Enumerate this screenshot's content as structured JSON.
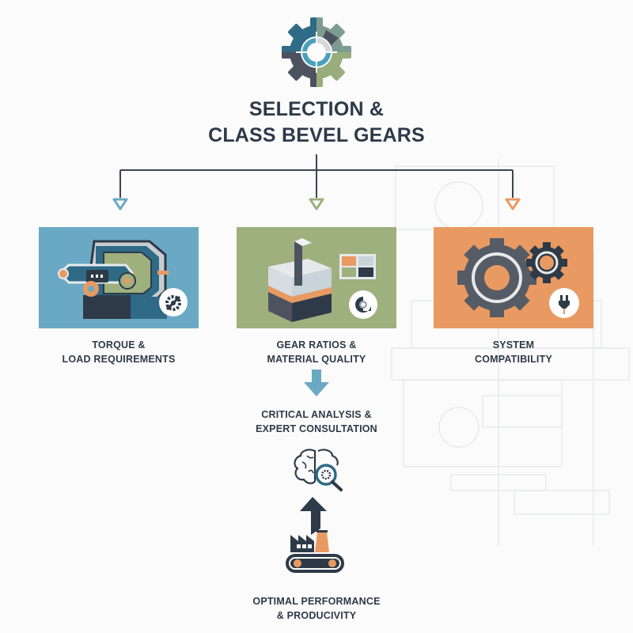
{
  "header": {
    "logo_icon": "gear-icon",
    "title_line1": "SELECTION &",
    "title_line2": "CLASS BEVEL GEARS"
  },
  "colors": {
    "blue": "#6aa9c4",
    "green": "#9fb07f",
    "orange": "#e89a62",
    "navy": "#2e3a48",
    "slate": "#565c66",
    "background": "#fbfbfb"
  },
  "branches": [
    {
      "id": "torque",
      "arrow_color": "#6aa9c4",
      "card_color": "#6aa9c4",
      "icon": "machine-gear-icon",
      "badge_icon": "gear-wrench-icon",
      "label_line1": "TORQUE &",
      "label_line2": "LOAD REQUIREMENTS"
    },
    {
      "id": "ratios",
      "arrow_color": "#9fb07f",
      "card_color": "#9fb07f",
      "icon": "material-block-icon",
      "badge_icon": "tape-measure-icon",
      "label_line1": "GEAR RATIOS &",
      "label_line2": "MATERIAL QUALITY"
    },
    {
      "id": "compat",
      "arrow_color": "#e89a62",
      "card_color": "#e89a62",
      "icon": "gears-icon",
      "badge_icon": "plug-icon",
      "label_line1": "SYSTEM",
      "label_line2": "COMPATIBILITY"
    }
  ],
  "analysis": {
    "arrow_icon": "arrow-down-icon",
    "label_line1": "CRITICAL ANALYSIS &",
    "label_line2": "EXPERT CONSULTATION",
    "icon": "brain-magnifier-icon"
  },
  "result": {
    "icon": "factory-arrow-up-icon",
    "label_line1": "OPTIMAL PERFORMANCE",
    "label_line2": "& PRODUCIVITY"
  }
}
